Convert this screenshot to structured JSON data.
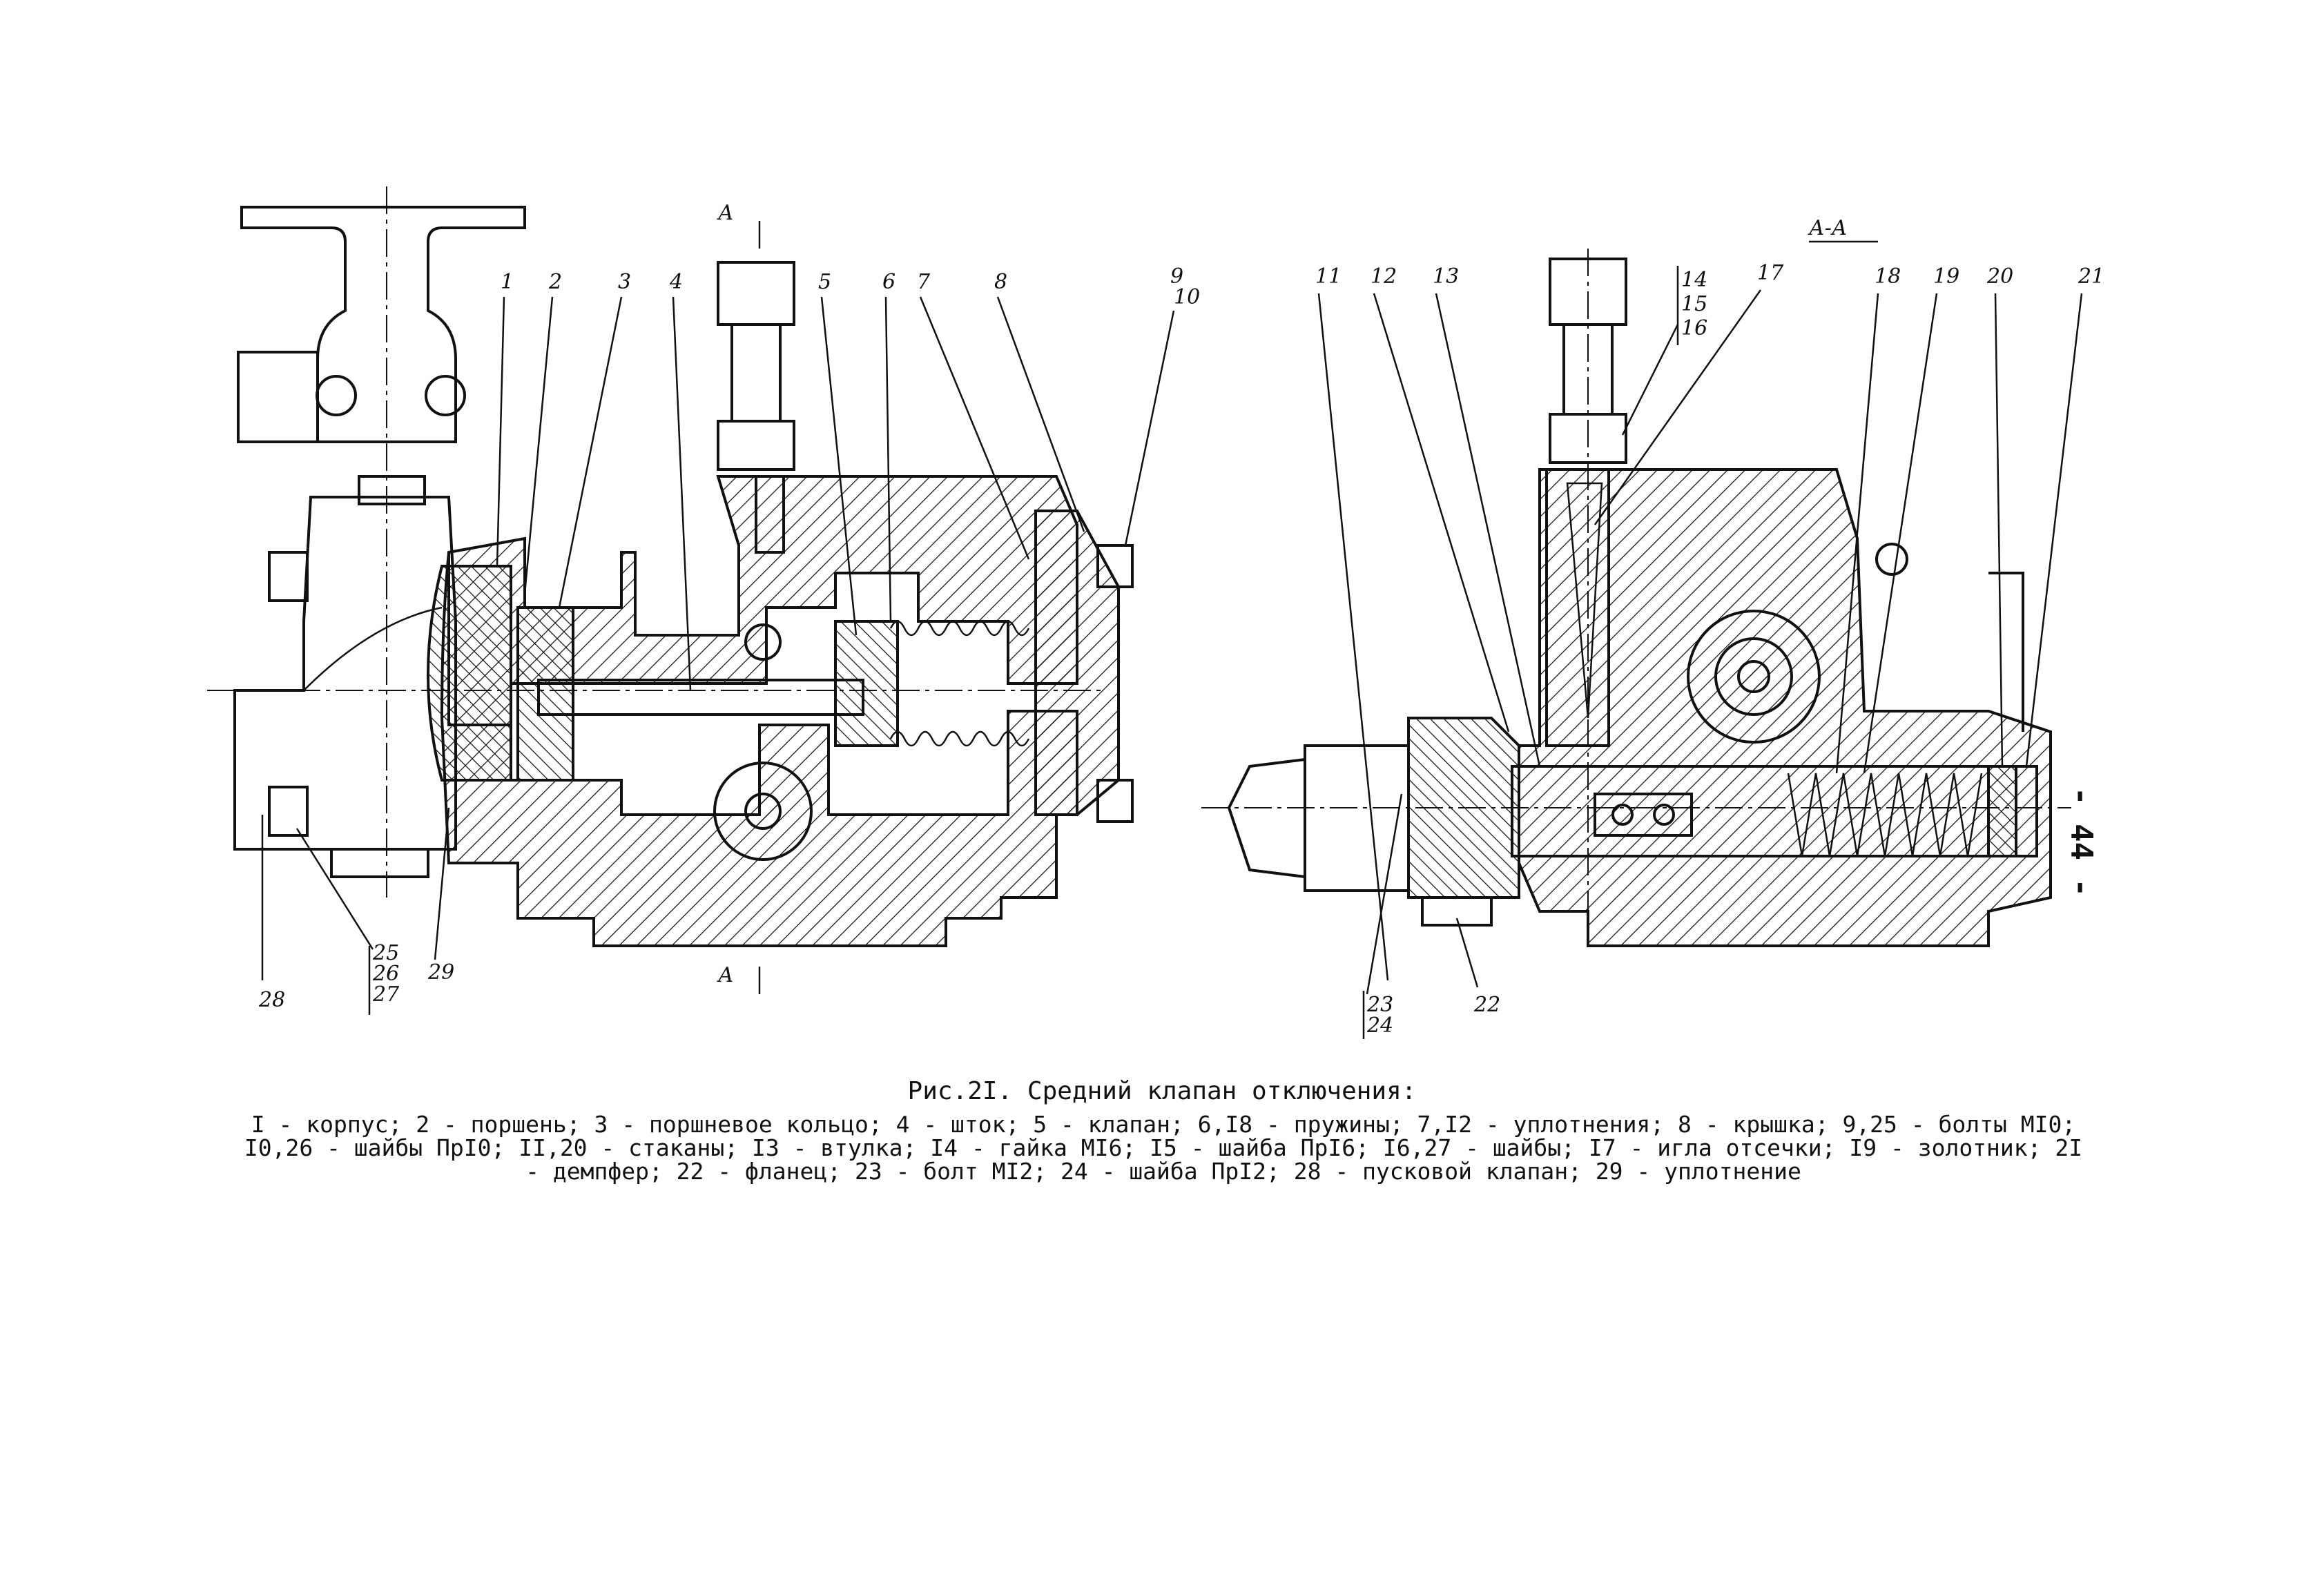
{
  "page_number": "- 44 -",
  "section_marks": {
    "cut_top": "А",
    "cut_bottom": "А",
    "section_title": "А-А"
  },
  "callouts": {
    "c1": "1",
    "c2": "2",
    "c3": "3",
    "c4": "4",
    "c5": "5",
    "c6": "6",
    "c7": "7",
    "c8": "8",
    "c9": "9",
    "c10": "10",
    "c11": "11",
    "c12": "12",
    "c13": "13",
    "c14": "14",
    "c15": "15",
    "c16": "16",
    "c17": "17",
    "c18": "18",
    "c19": "19",
    "c20": "20",
    "c21": "21",
    "c22": "22",
    "c23": "23",
    "c24": "24",
    "c25": "25",
    "c26": "26",
    "c27": "27",
    "c28": "28",
    "c29": "29"
  },
  "caption": {
    "title": "Рис.2I. Средний клапан отключения:",
    "legend": "I - корпус; 2 - поршень; 3 - поршневое кольцо; 4 - шток; 5 - клапан; 6,I8 - пружины; 7,I2 - уплотнения; 8 - крышка; 9,25 - болты МI0; I0,26 - шайбы ПрI0; II,20 - стаканы; I3 - втулка; I4 - гайка МI6; I5 - шайба ПрI6; I6,27 - шайбы; I7 - игла отсечки; I9 - золотник; 2I - демпфер; 22 - фланец; 23 - болт МI2; 24 - шайба ПрI2; 28 - пусковой клапан; 29 - уплотнение"
  }
}
